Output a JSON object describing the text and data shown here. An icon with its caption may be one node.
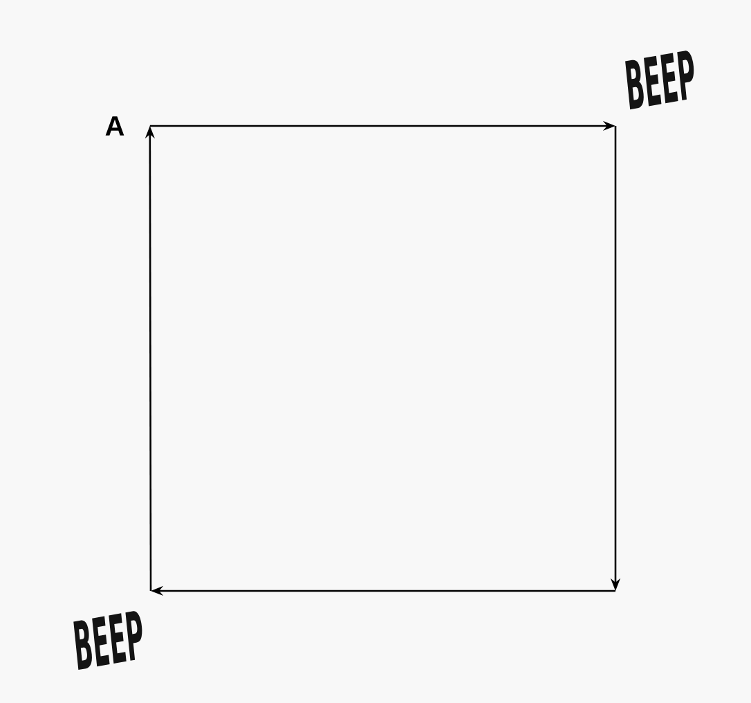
{
  "diagram": {
    "nodes": [
      {
        "text": [
          "A"
        ]
      },
      {
        "text": [
          "BEEP"
        ]
      },
      {
        "text": [
          "BEEP"
        ]
      }
    ],
    "edges": [
      {
        "from": 0,
        "to": 1,
        "arrow": "to"
      },
      {
        "from": 1,
        "to": null,
        "arrow": "to"
      },
      {
        "from": null,
        "to": 2,
        "arrow": "to"
      },
      {
        "from": 2,
        "to": 0,
        "arrow": "to"
      }
    ]
  }
}
